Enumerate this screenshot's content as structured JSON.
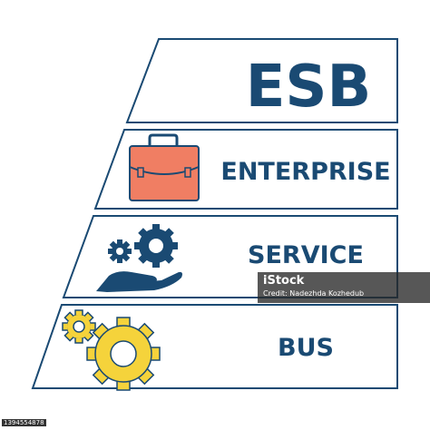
{
  "rows": [
    {
      "label": "ESB"
    },
    {
      "label": "ENTERPRISE"
    },
    {
      "label": "SERVICE"
    },
    {
      "label": "BUS"
    }
  ],
  "watermark": {
    "brand": "iStock",
    "credit": "Credit: Nadezhda Kozhedub"
  },
  "stock_id": "1394554878",
  "colors": {
    "text": "#1a4a73",
    "outline": "#1a4a73",
    "briefcase": "#f07e63",
    "gear_yellow": "#f5d33b",
    "gear_dark": "#1a4a73"
  },
  "icons": [
    "briefcase-icon",
    "gears-hand-icon",
    "yellow-gears-icon"
  ]
}
